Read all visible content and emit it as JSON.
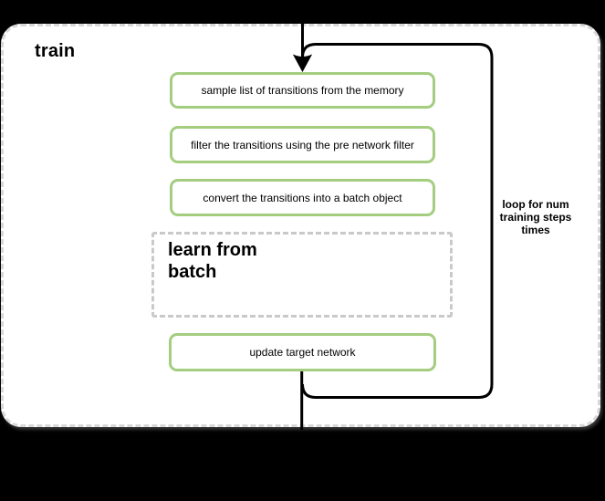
{
  "diagram": {
    "container_title": "train",
    "steps": [
      {
        "label": "sample list of transitions from the memory"
      },
      {
        "label": "filter the transitions using the pre network filter"
      },
      {
        "label": "convert the transitions into a batch object"
      },
      {
        "label": "update target network"
      }
    ],
    "sub_block_label": "learn from\nbatch",
    "loop_label": "loop for num\ntraining steps\ntimes",
    "colors": {
      "step_border": "#a4cd80",
      "loop_stroke": "#000000",
      "container_border": "#d8d8d8",
      "sub_block_border": "#c9c9c9",
      "container_fill": "#ffffff",
      "canvas_background": "#000000"
    }
  }
}
